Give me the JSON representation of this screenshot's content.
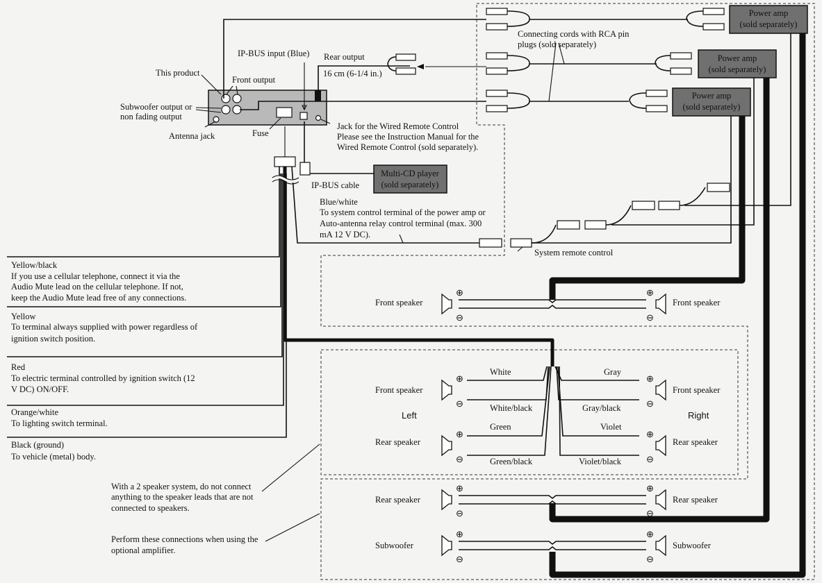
{
  "labels": {
    "this_product": "This product",
    "subwoofer_output": "Subwoofer output or",
    "non_fading_output": "non fading output",
    "antenna_jack": "Antenna jack",
    "fuse": "Fuse",
    "front_output": "Front output",
    "ipbus_input": "IP-BUS input (Blue)",
    "rear_output": "Rear output",
    "cable_length": "16 cm (6-1/4 in.)",
    "rca_cords_1": "Connecting cords with RCA pin",
    "rca_cords_2": "plugs (sold separately)",
    "wired_remote_1": "Jack for the Wired Remote Control",
    "wired_remote_2": "Please see the Instruction Manual for the",
    "wired_remote_3": "Wired Remote Control (sold separately).",
    "ipbus_cable": "IP-BUS cable",
    "blue_white_1": "Blue/white",
    "blue_white_2": "To system control terminal of the power amp or",
    "blue_white_3": "Auto-antenna relay control terminal (max. 300",
    "blue_white_4": "mA 12 V DC).",
    "system_remote": "System remote control",
    "left": "Left",
    "right": "Right",
    "white": "White",
    "white_black": "White/black",
    "gray": "Gray",
    "gray_black": "Gray/black",
    "green": "Green",
    "green_black": "Green/black",
    "violet": "Violet",
    "violet_black": "Violet/black",
    "front_speaker": "Front speaker",
    "rear_speaker": "Rear speaker",
    "subwoofer": "Subwoofer",
    "two_speaker_1": "With a 2 speaker system, do not connect",
    "two_speaker_2": "anything to the speaker leads that are not",
    "two_speaker_3": "connected to speakers.",
    "optional_amp_1": "Perform these connections when using the",
    "optional_amp_2": "optional amplifier.",
    "plus": "⊕",
    "minus": "⊖"
  },
  "boxes": {
    "power_amp_title": "Power amp",
    "power_amp_sub": "(sold separately)",
    "multi_cd_title": "Multi-CD player",
    "multi_cd_sub": "(sold separately)"
  },
  "leads": [
    {
      "title": "Yellow/black",
      "lines": [
        "If you use a cellular telephone, connect it via the",
        "Audio Mute lead on the cellular telephone. If not,",
        "keep the Audio Mute lead free of any connections."
      ]
    },
    {
      "title": "Yellow",
      "lines": [
        "To terminal always supplied with power regardless of",
        "ignition switch position."
      ]
    },
    {
      "title": "Red",
      "lines": [
        "To electric terminal controlled by ignition switch (12",
        "V DC) ON/OFF."
      ]
    },
    {
      "title": "Orange/white",
      "lines": [
        "To lighting switch terminal."
      ]
    },
    {
      "title": "Black (ground)",
      "lines": [
        "To vehicle (metal) body."
      ]
    }
  ],
  "colors": {
    "background": "#f4f4f2",
    "box_fill": "#707070",
    "ink": "#111111"
  }
}
